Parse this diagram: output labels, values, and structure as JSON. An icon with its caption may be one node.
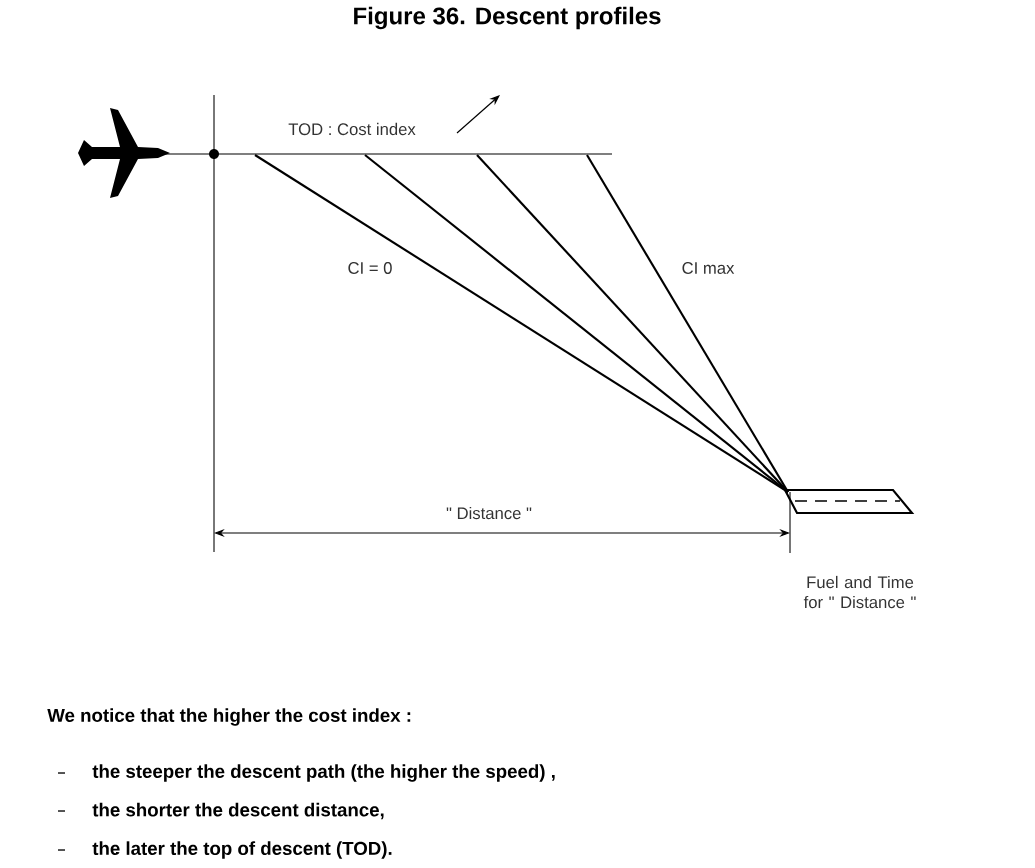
{
  "diagram": {
    "title": "Figure 36. Descent profiles",
    "labels": [
      "TOD : Cost index",
      "CI = 0",
      "CI max",
      "\" Distance \"",
      "Fuel and Time for \" Distance \"",
      "We notice that the higher the cost index :",
      "the steeper the descent path (the higher the speed) ,",
      "the shorter the descent distance,",
      "the later the top of descent (TOD)."
    ]
  }
}
